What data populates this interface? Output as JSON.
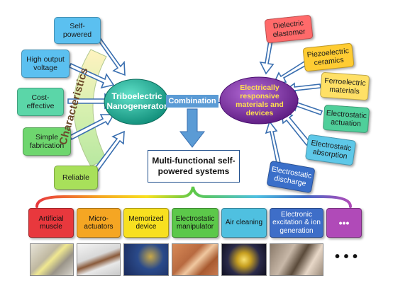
{
  "characteristics": {
    "title": "Characteristics",
    "items": [
      {
        "label": "Self-powered",
        "color": "#5bc0f0"
      },
      {
        "label": "High output voltage",
        "color": "#5bc0f0"
      },
      {
        "label": "Cost-effective",
        "color": "#5bd6a8"
      },
      {
        "label": "Simple fabrication",
        "color": "#6ed66e"
      },
      {
        "label": "Reliable",
        "color": "#a8e05a"
      }
    ]
  },
  "teng": {
    "label": "Triboelectric Nanogenerator",
    "color": "#1aa38c"
  },
  "combination": {
    "label": "Combination"
  },
  "materials": {
    "label": "Electrically responsive materials and devices",
    "color": "#7b2fa0",
    "items": [
      {
        "label": "Dielectric elastomer",
        "color": "#ff6a6a"
      },
      {
        "label": "Piezoelectric ceramics",
        "color": "#ffcc33"
      },
      {
        "label": "Ferroelectric materials",
        "color": "#ffe066"
      },
      {
        "label": "Electrostatic actuation",
        "color": "#4fcf9a"
      },
      {
        "label": "Electrostatic absorption",
        "color": "#5ec8e8"
      },
      {
        "label": "Electrostatic discharge",
        "color": "#3a6fc9"
      }
    ]
  },
  "systems": {
    "label": "Multi-functional self-powered systems"
  },
  "applications": [
    {
      "label": "Artificial muscle",
      "color": "#e8383d"
    },
    {
      "label": "Micro-actuators",
      "color": "#f5a623"
    },
    {
      "label": "Memorized device",
      "color": "#f8e020"
    },
    {
      "label": "Electrostatic manipulator",
      "color": "#5cc84a"
    },
    {
      "label": "Air cleaning",
      "color": "#4fc0e0"
    },
    {
      "label": "Electronic excitation & ion generation",
      "color": "#3e6ec8"
    },
    {
      "label": "•••",
      "color": "#b04ab8"
    }
  ],
  "ellipsis": "• • •"
}
